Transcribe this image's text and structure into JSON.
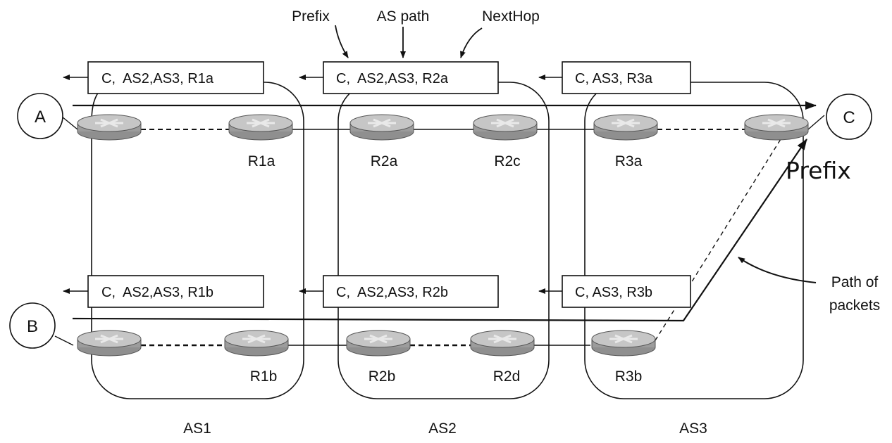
{
  "header_labels": {
    "prefix": "Prefix",
    "as_path": "AS path",
    "nexthop": "NextHop"
  },
  "endpoints": {
    "a": "A",
    "b": "B",
    "c": "C"
  },
  "advertisements": {
    "top": [
      "C,  AS2,AS3, R1a",
      "C,  AS2,AS3, R2a",
      "C, AS3, R3a"
    ],
    "bottom": [
      "C,  AS2,AS3, R1b",
      "C,  AS2,AS3, R2b",
      "C, AS3, R3b"
    ]
  },
  "routers": {
    "r1a": "R1a",
    "r1b": "R1b",
    "r2a": "R2a",
    "r2b": "R2b",
    "r2c": "R2c",
    "r2d": "R2d",
    "r3a": "R3a",
    "r3b": "R3b"
  },
  "as_labels": [
    "AS1",
    "AS2",
    "AS3"
  ],
  "prefix_callout": "Prefix",
  "path_label": [
    "Path of",
    "packets"
  ],
  "colors": {
    "router_body": "#a3a3a3",
    "router_top": "#c9c9c9",
    "line": "#111111"
  }
}
